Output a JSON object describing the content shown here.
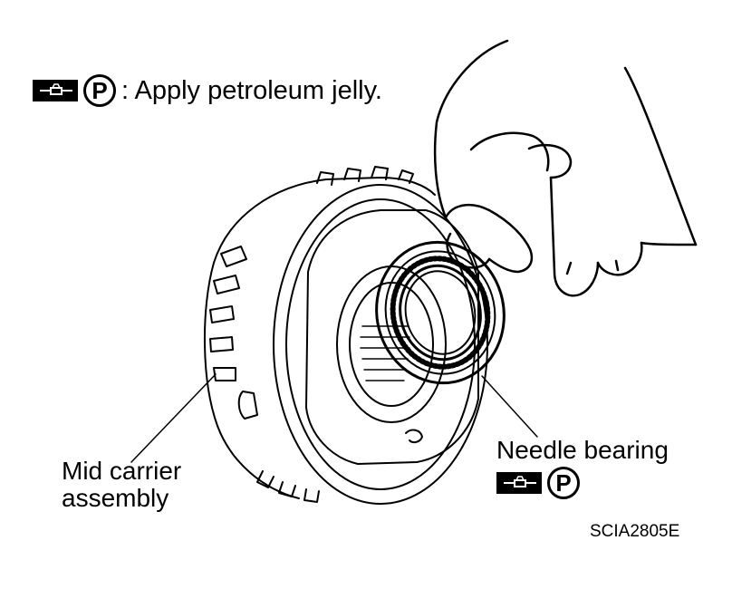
{
  "legend": {
    "tool_icon": "petroleum-jelly-tool-icon",
    "symbol": "P",
    "text": ": Apply petroleum jelly."
  },
  "labels": {
    "mid_carrier": [
      "Mid carrier",
      "assembly"
    ],
    "needle_bearing": "Needle bearing",
    "needle_symbol": "P",
    "figure_code": "SCIA2805E"
  },
  "colors": {
    "ink": "#000000",
    "paper": "#ffffff"
  }
}
